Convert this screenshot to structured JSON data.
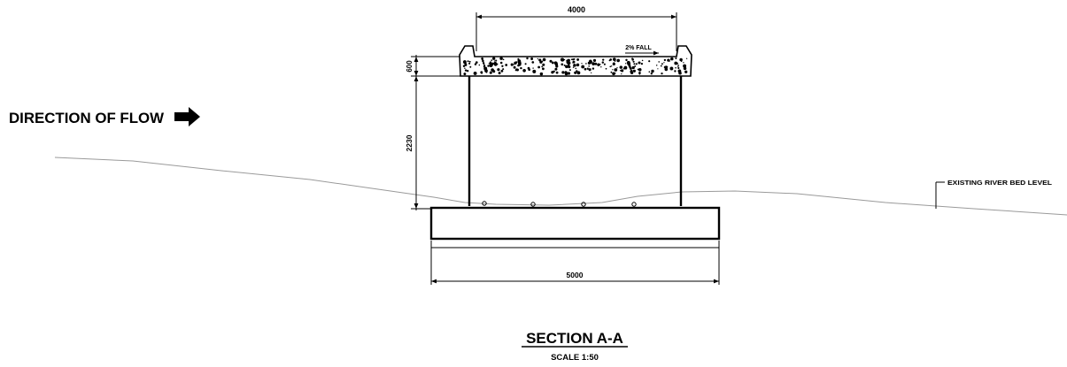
{
  "flow_label": "DIRECTION OF FLOW",
  "dimensions": {
    "deck_width": "4000",
    "deck_thickness": "600",
    "wall_height": "2230",
    "base_width": "5000"
  },
  "fall_label": "2% FALL",
  "river_bed_label": "EXISTING RIVER BED LEVEL",
  "title": "SECTION A-A",
  "scale": "SCALE 1:50",
  "icons": {
    "flow_arrow": "right-arrow-icon"
  }
}
